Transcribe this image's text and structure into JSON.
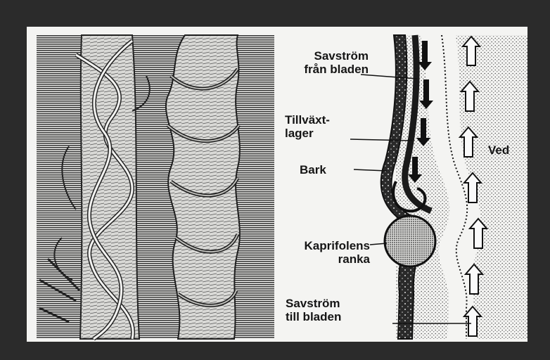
{
  "labels": {
    "savstrom_fran_line1": "Savström",
    "savstrom_fran_line2": "från bladen",
    "tillvaxt_line1": "Tillväxt-",
    "tillvaxt_line2": "lager",
    "bark": "Bark",
    "kaprifol_line1": "Kaprifolens",
    "kaprifol_line2": "ranka",
    "savstrom_till_line1": "Savström",
    "savstrom_till_line2": "till bladen",
    "ved": "Ved"
  },
  "colors": {
    "frame": "#2b2b2b",
    "paper": "#f4f4f2",
    "ink": "#151515"
  },
  "icons": {
    "arrow_down": "sap-flow-down-arrow-icon",
    "arrow_up": "sap-flow-up-arrow-icon"
  }
}
